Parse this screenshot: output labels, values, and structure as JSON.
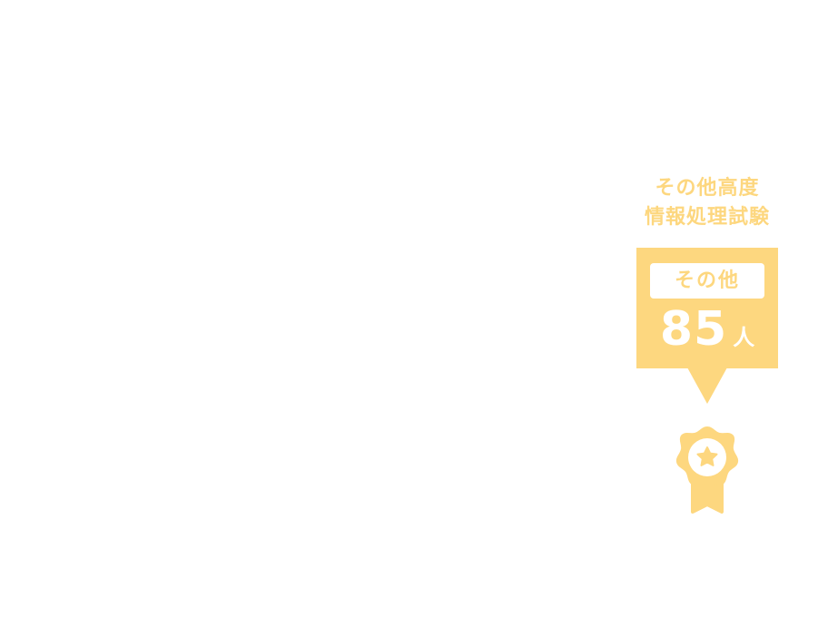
{
  "title": {
    "line1": "その他高度",
    "line2": "情報処理試験"
  },
  "badge": {
    "label": "その他",
    "count": "85",
    "unit": "人"
  },
  "icons": {
    "medal": "medal-star-icon"
  },
  "colors": {
    "accent": "#FDD77F",
    "text_on_accent": "#FFFFFF"
  }
}
